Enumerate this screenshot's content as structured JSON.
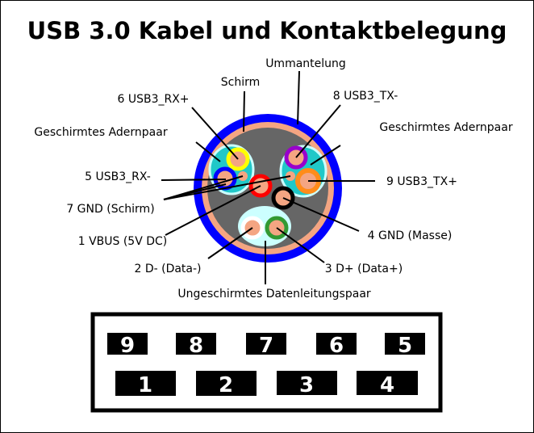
{
  "title": "USB 3.0 Kabel und Kontaktbelegung",
  "cable_labels": {
    "jacket": "Ummantelung",
    "shield": "Schirm",
    "rx_plus": "6 USB3_RX+",
    "shielded_pair_left": "Geschirmtes Adernpaar",
    "tx_minus": "8 USB3_TX-",
    "shielded_pair_right": "Geschirmtes Adernpaar",
    "rx_minus": "5 USB3_RX-",
    "gnd_drain": "7 GND (Schirm)",
    "tx_plus": "9 USB3_TX+",
    "vbus": "1 VBUS (5V DC)",
    "gnd_power": "4 GND (Masse)",
    "d_minus": "2 D- (Data-)",
    "d_plus": "3 D+ (Data+)",
    "unshielded_pair": "Ungeschirmtes Datenleitungspaar"
  },
  "colors": {
    "jacket": "#0000ff",
    "shield": "#f4a582",
    "core": "#666666",
    "shielded_pair_fill": "#20c8c8",
    "unshielded_pair_fill": "#ccffff",
    "rx_plus": "#ffff00",
    "rx_minus": "#0000ff",
    "tx_minus": "#9900cc",
    "tx_plus": "#ff8c1a",
    "vbus": "#ff0000",
    "gnd_power": "#000000",
    "d_minus": "#ffffff",
    "d_plus": "#339933"
  },
  "connector": {
    "top_row": [
      "9",
      "8",
      "7",
      "6",
      "5"
    ],
    "bottom_row": [
      "1",
      "2",
      "3",
      "4"
    ]
  }
}
